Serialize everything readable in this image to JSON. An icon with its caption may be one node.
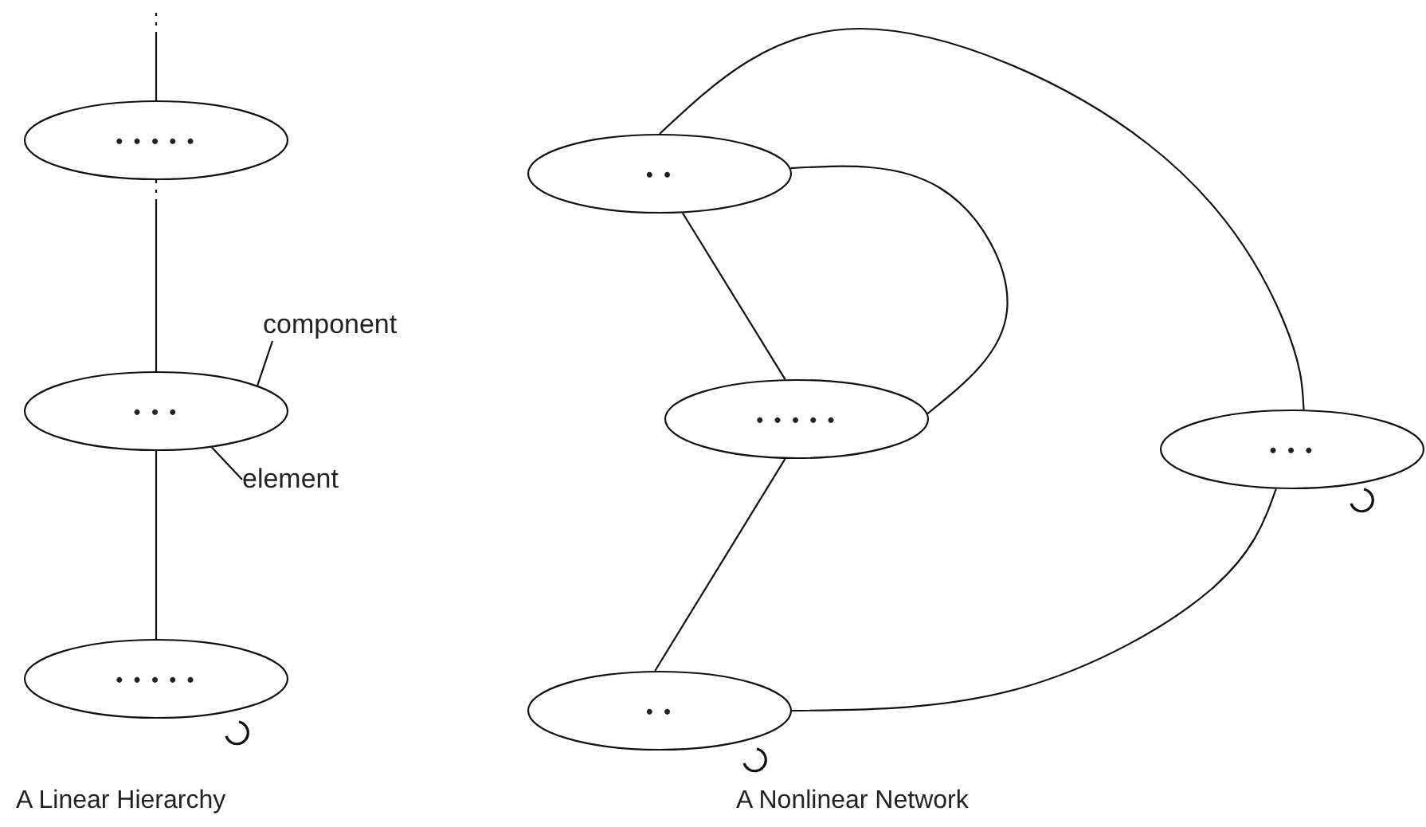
{
  "diagram": {
    "nodes": [
      {
        "text": [
          "• • • • •"
        ]
      },
      {
        "text": [
          "• • •"
        ]
      },
      {
        "text": [
          "• • • • •"
        ]
      },
      {
        "text": [
          "component"
        ]
      },
      {
        "text": [
          "element"
        ]
      },
      {
        "text": [
          "• •"
        ]
      },
      {
        "text": [
          "• • • • •"
        ]
      },
      {
        "text": [
          "• • •"
        ]
      },
      {
        "text": [
          "• •"
        ]
      }
    ],
    "edges": [
      {
        "from": null,
        "to": 0,
        "arrow": "none",
        "style": "dashed"
      },
      {
        "from": 0,
        "to": 1,
        "arrow": "none",
        "style": "dashed"
      },
      {
        "from": 1,
        "to": 2,
        "arrow": "none"
      },
      {
        "from": 3,
        "to": 1,
        "arrow": "none"
      },
      {
        "from": 4,
        "to": 1,
        "arrow": "none"
      },
      {
        "from": 5,
        "to": 6,
        "arrow": "none"
      },
      {
        "from": 5,
        "to": 6,
        "arrow": "none"
      },
      {
        "from": 5,
        "to": 7,
        "arrow": "none"
      },
      {
        "from": 6,
        "to": 8,
        "arrow": "none"
      },
      {
        "from": 8,
        "to": 7,
        "arrow": "none"
      }
    ],
    "labels": [
      "A Linear Hierarchy",
      "A Nonlinear Network"
    ]
  }
}
